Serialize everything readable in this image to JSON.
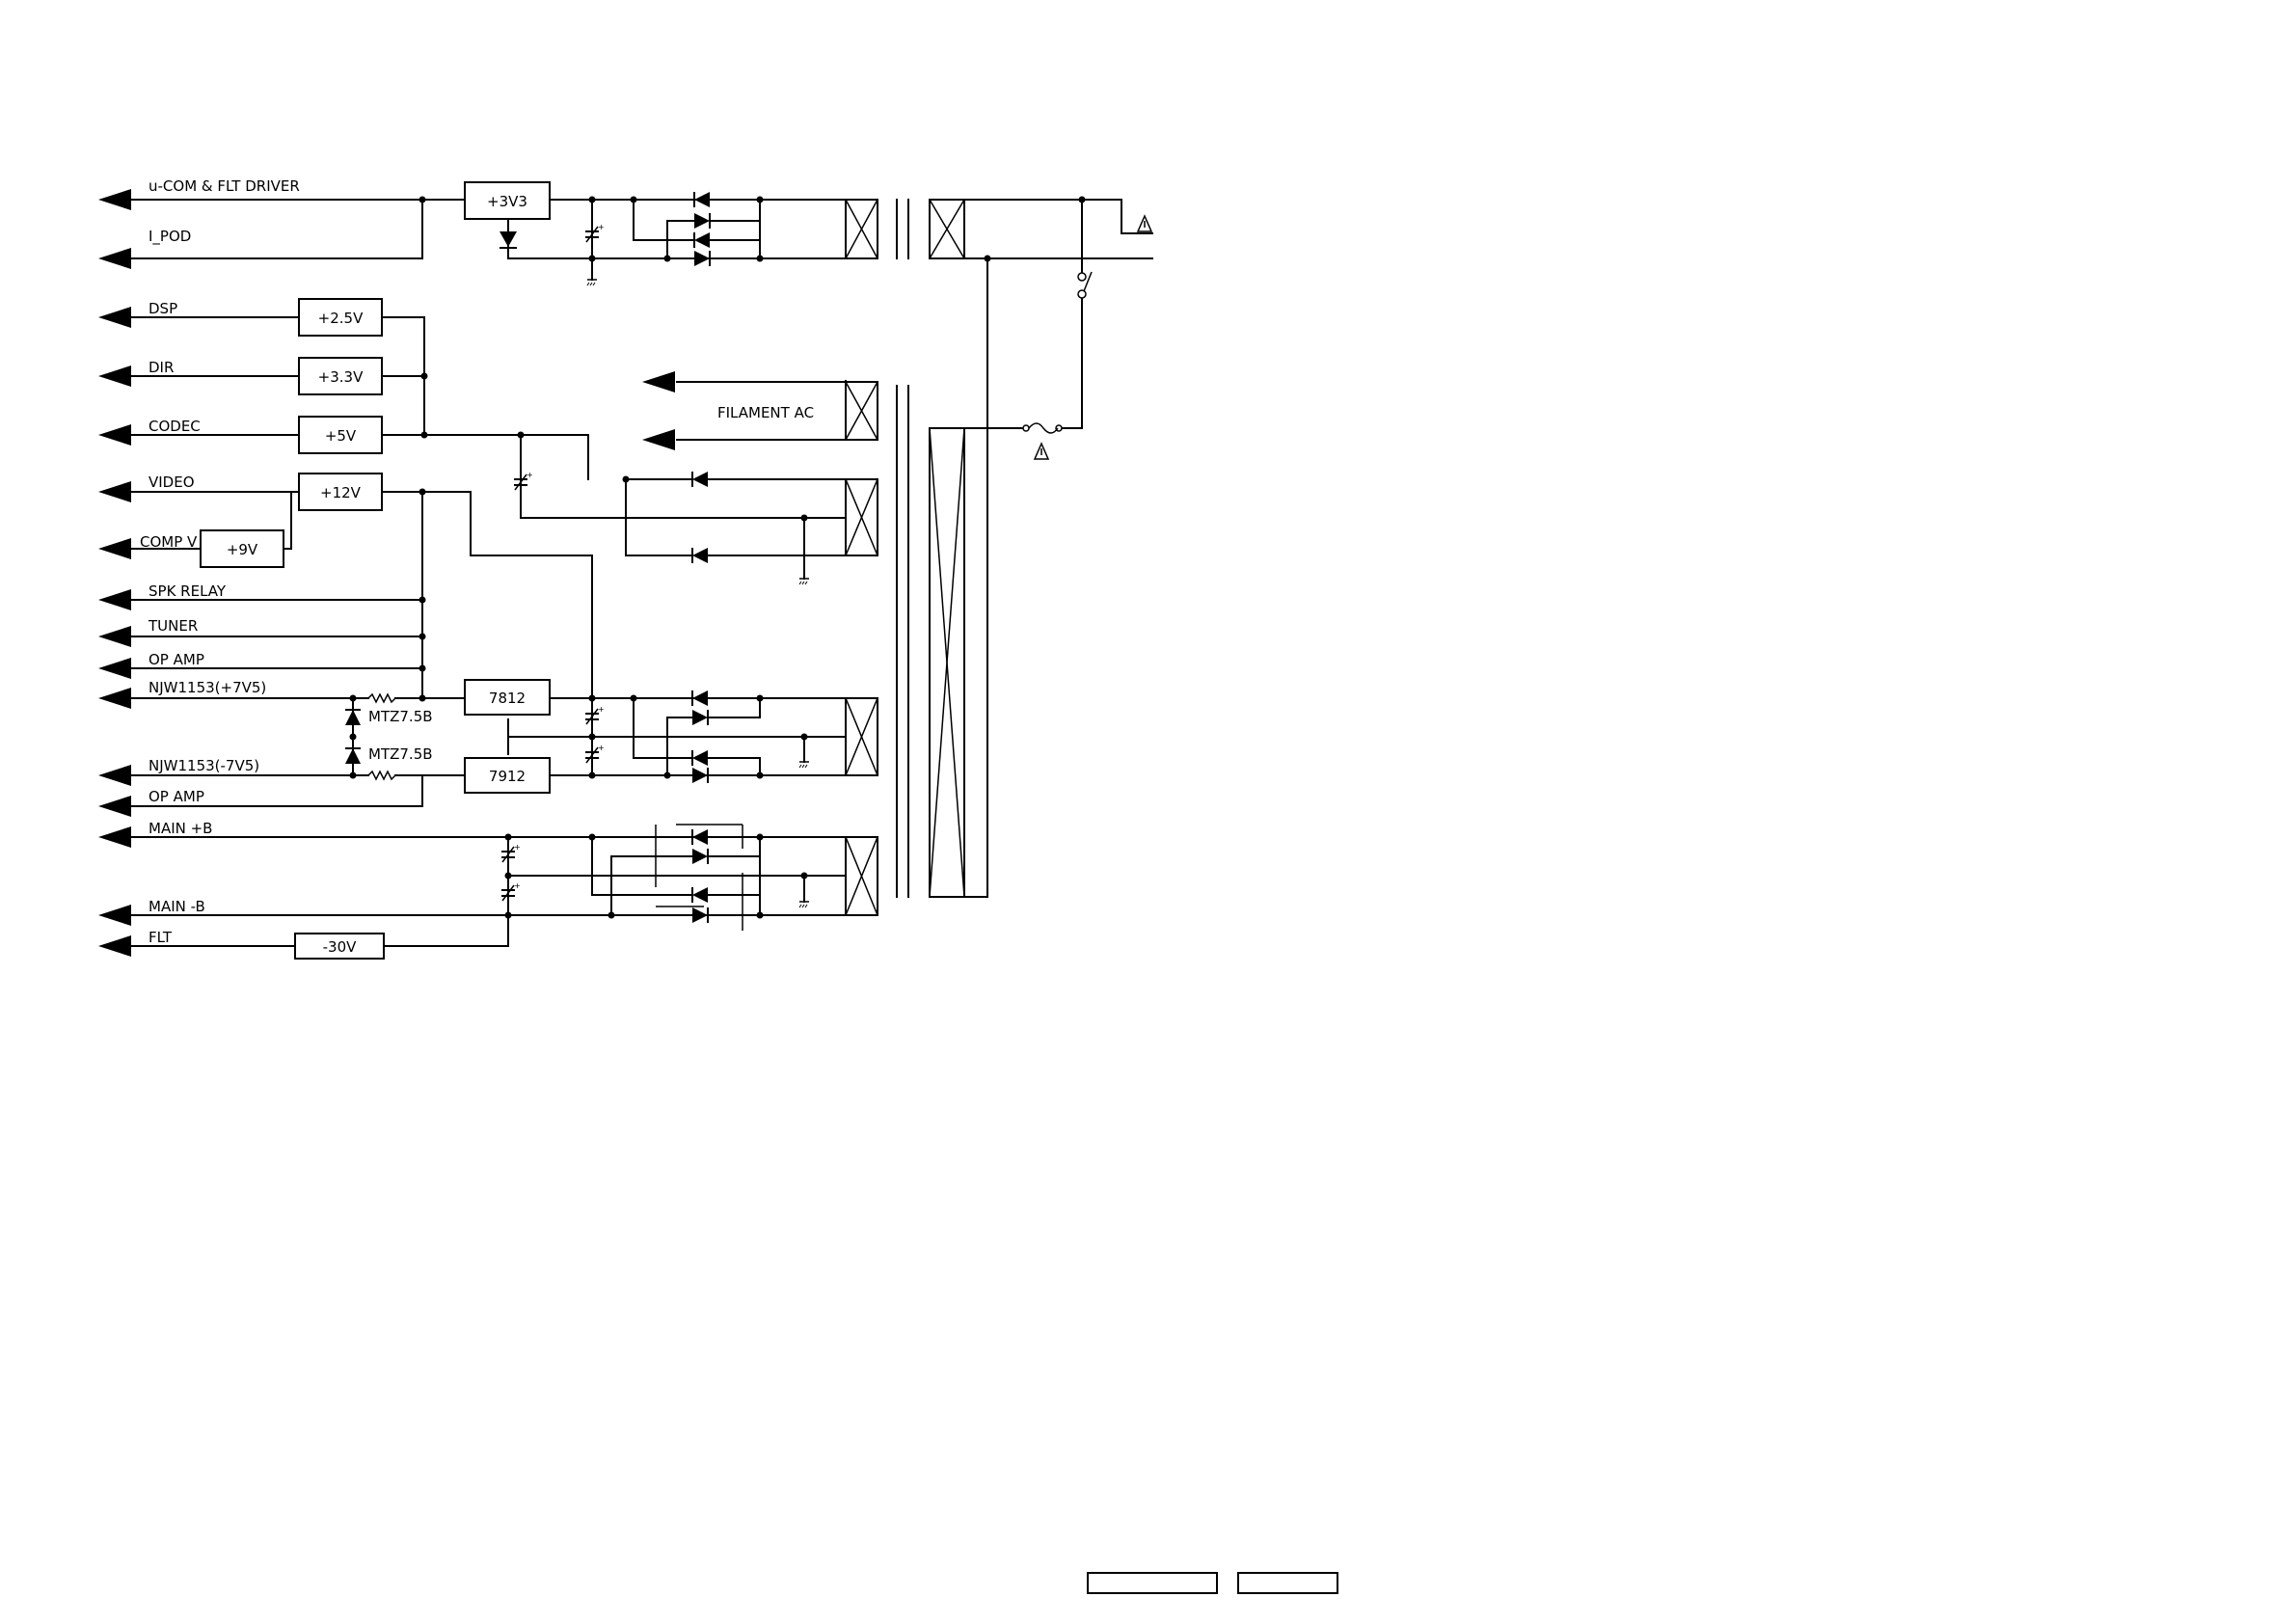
{
  "outputs": {
    "ucom": "u-COM & FLT DRIVER",
    "ipod": "I_POD",
    "dsp": "DSP",
    "dir": "DIR",
    "codec": "CODEC",
    "video": "VIDEO",
    "compv": "COMP V",
    "spk_relay": "SPK RELAY",
    "tuner": "TUNER",
    "opamp1": "OP AMP",
    "njw_pos": "NJW1153(+7V5)",
    "njw_neg": "NJW1153(-7V5)",
    "opamp2": "OP AMP",
    "main_pos": "MAIN +B",
    "main_neg": "MAIN -B",
    "flt": "FLT"
  },
  "regulators": {
    "r3v3": "+3V3",
    "r2v5": "+2.5V",
    "r3_3v": "+3.3V",
    "r5v": "+5V",
    "r12v": "+12V",
    "r9v": "+9V",
    "r7812": "7812",
    "r7912": "7912",
    "rm30v": "-30V"
  },
  "zeners": {
    "z1": "MTZ7.5B",
    "z2": "MTZ7.5B"
  },
  "filament": "FILAMENT AC",
  "caution_symbols": [
    "caution-triangle",
    "caution-triangle"
  ]
}
